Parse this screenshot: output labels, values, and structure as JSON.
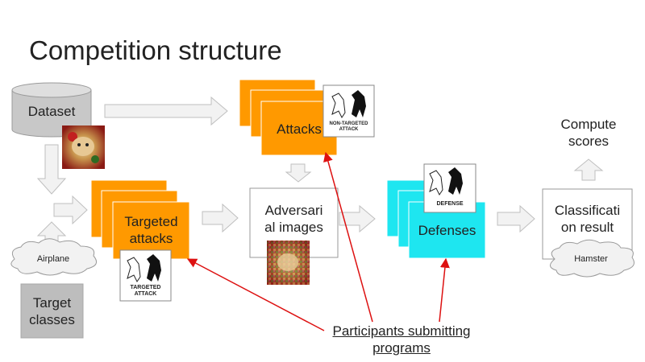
{
  "slide": {
    "title": "Competition structure"
  },
  "nodes": {
    "dataset": "Dataset",
    "target_classes_line1": "Target",
    "target_classes_line2": "classes",
    "airplane_cloud": "Airplane",
    "targeted_attacks_line1": "Targeted",
    "targeted_attacks_line2": "attacks",
    "attacks": "Attacks",
    "adversarial_line1": "Adversari",
    "adversarial_line2": "al images",
    "defenses": "Defenses",
    "classification_line1": "Classificati",
    "classification_line2": "on result",
    "hamster_cloud": "Hamster",
    "compute_line1": "Compute",
    "compute_line2": "scores",
    "participants_line1": "Participants submitting",
    "participants_line2": "programs"
  },
  "badges": {
    "non_targeted_line1": "NON-TARGETED",
    "non_targeted_line2": "ATTACK",
    "defense": "DEFENSE",
    "targeted_line1": "TARGETED",
    "targeted_line2": "ATTACK"
  },
  "colors": {
    "orange": "#ff9900",
    "cyan": "#1ee6f0",
    "gray_db": "#c8c8c8",
    "arrow_fill": "#f2f2f2",
    "arrow_stroke": "#bfbfbf",
    "red": "#dd1111"
  },
  "icons": [
    "database-cylinder",
    "hamster-photo",
    "horses-logo",
    "cloud-shape"
  ]
}
